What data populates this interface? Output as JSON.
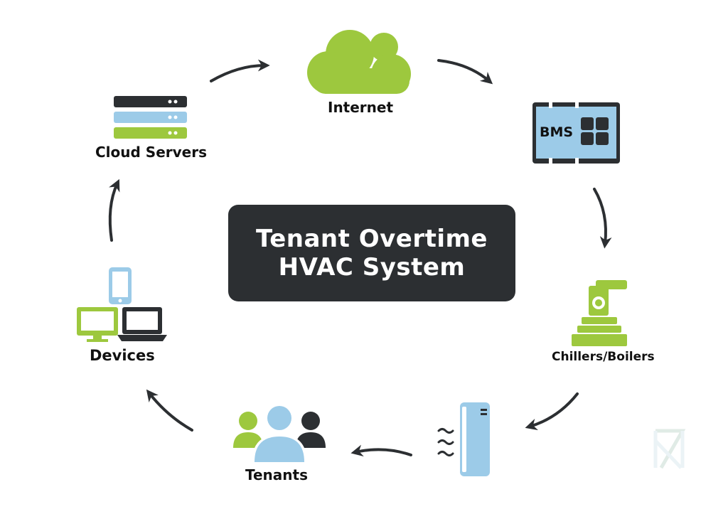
{
  "title": {
    "line1": "Tenant Overtime",
    "line2": "HVAC System"
  },
  "nodes": {
    "internet": "Internet",
    "bms": "BMS",
    "chillers": "Chillers/Boilers",
    "tenants": "Tenants",
    "devices": "Devices",
    "cloud_servers": "Cloud Servers"
  },
  "colors": {
    "green": "#9dc83e",
    "dark": "#2c2f32",
    "blue": "#9ccbe8"
  }
}
